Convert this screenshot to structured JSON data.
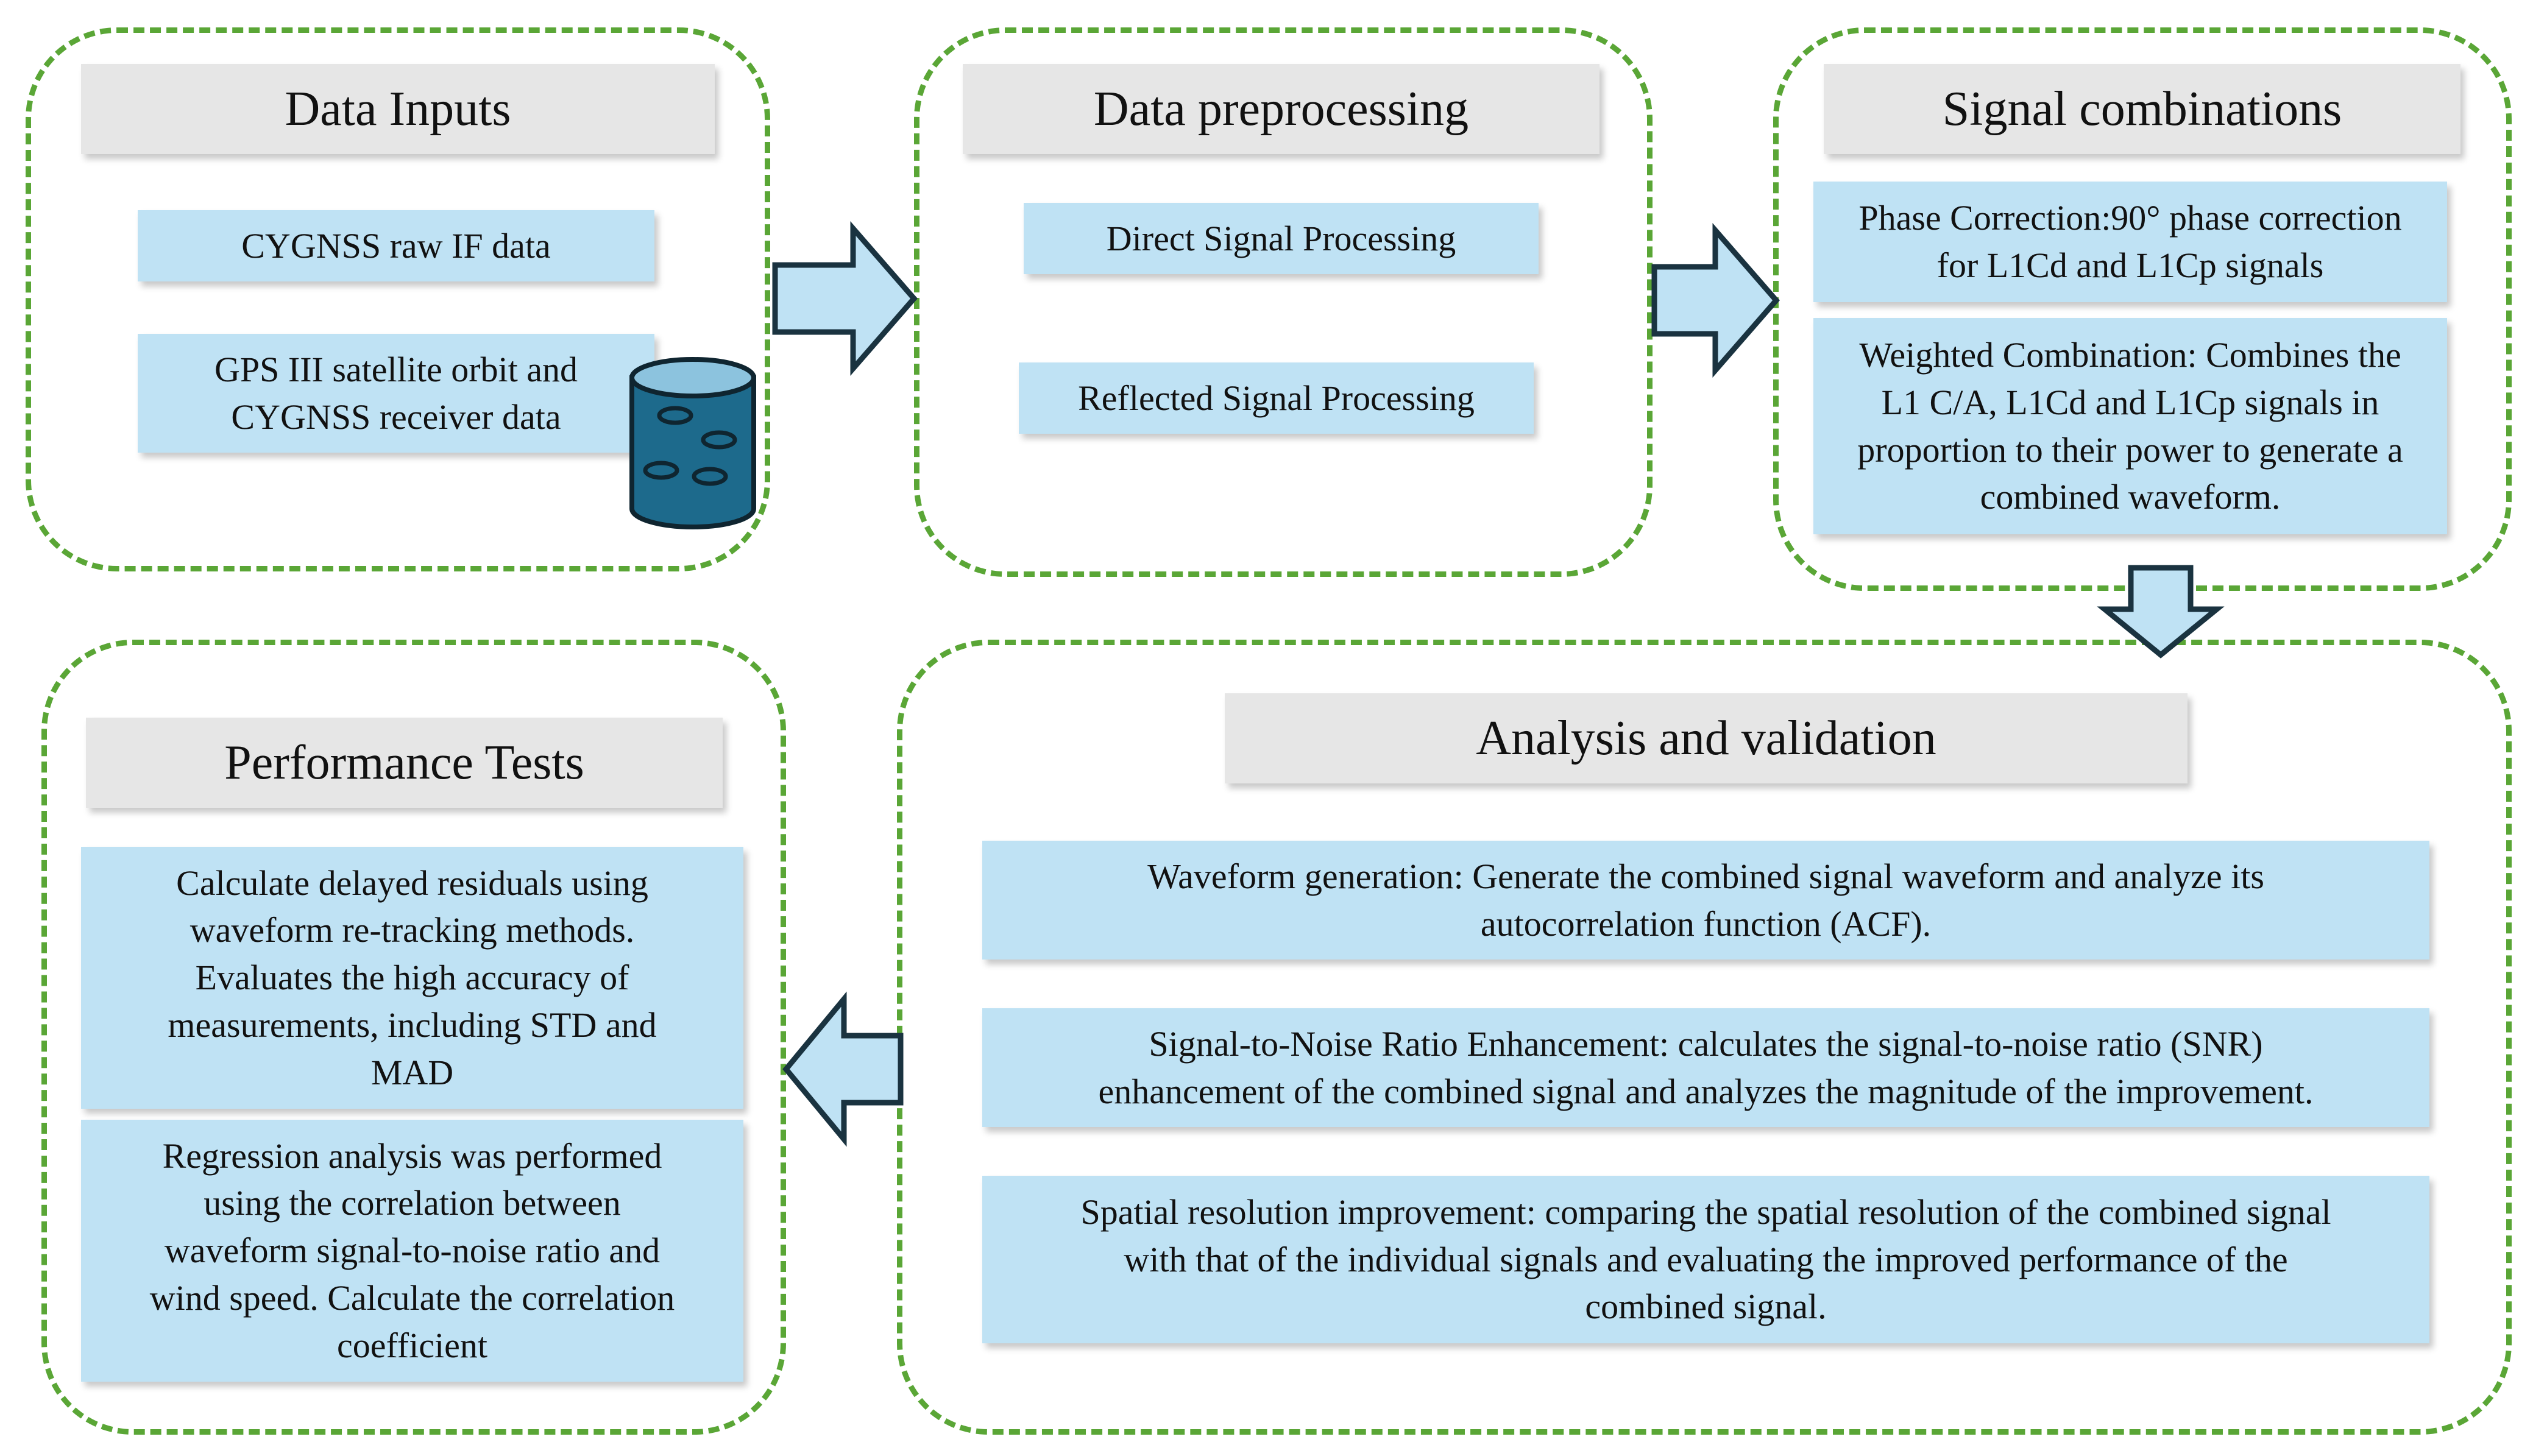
{
  "colors": {
    "panel_border": "#5aa636",
    "title_bg": "#e6e6e6",
    "box_bg": "#bfe2f4",
    "arrow_fill": "#bfe2f4",
    "arrow_stroke": "#1a3340",
    "database_fill": "#1d6a8c"
  },
  "panels": {
    "data_inputs": {
      "title": "Data Inputs",
      "items": [
        "CYGNSS raw IF data",
        "GPS III satellite orbit and\nCYGNSS receiver data"
      ]
    },
    "data_preprocessing": {
      "title": "Data preprocessing",
      "items": [
        "Direct Signal Processing",
        "Reflected Signal Processing"
      ]
    },
    "signal_combinations": {
      "title": "Signal combinations",
      "items": [
        "Phase Correction:90° phase correction\nfor L1Cd and L1Cp signals",
        "Weighted Combination: Combines the\nL1 C/A, L1Cd and L1Cp signals in\nproportion to their power to generate a\ncombined waveform."
      ]
    },
    "analysis_validation": {
      "title": "Analysis and validation",
      "items": [
        "Waveform generation: Generate the combined signal waveform and analyze its\nautocorrelation function (ACF).",
        "Signal-to-Noise Ratio Enhancement: calculates the signal-to-noise ratio (SNR)\nenhancement of the combined signal and analyzes the magnitude of the improvement.",
        "Spatial resolution improvement: comparing the spatial resolution of the combined signal\nwith that of the individual signals and evaluating the improved performance of the\ncombined signal."
      ]
    },
    "performance_tests": {
      "title": "Performance Tests",
      "items": [
        "Calculate delayed residuals using\nwaveform re-tracking methods.\nEvaluates the high accuracy of\nmeasurements, including STD and\nMAD",
        "Regression analysis was performed\nusing the correlation between\nwaveform signal-to-noise ratio and\nwind speed. Calculate the correlation\ncoefficient"
      ]
    }
  }
}
